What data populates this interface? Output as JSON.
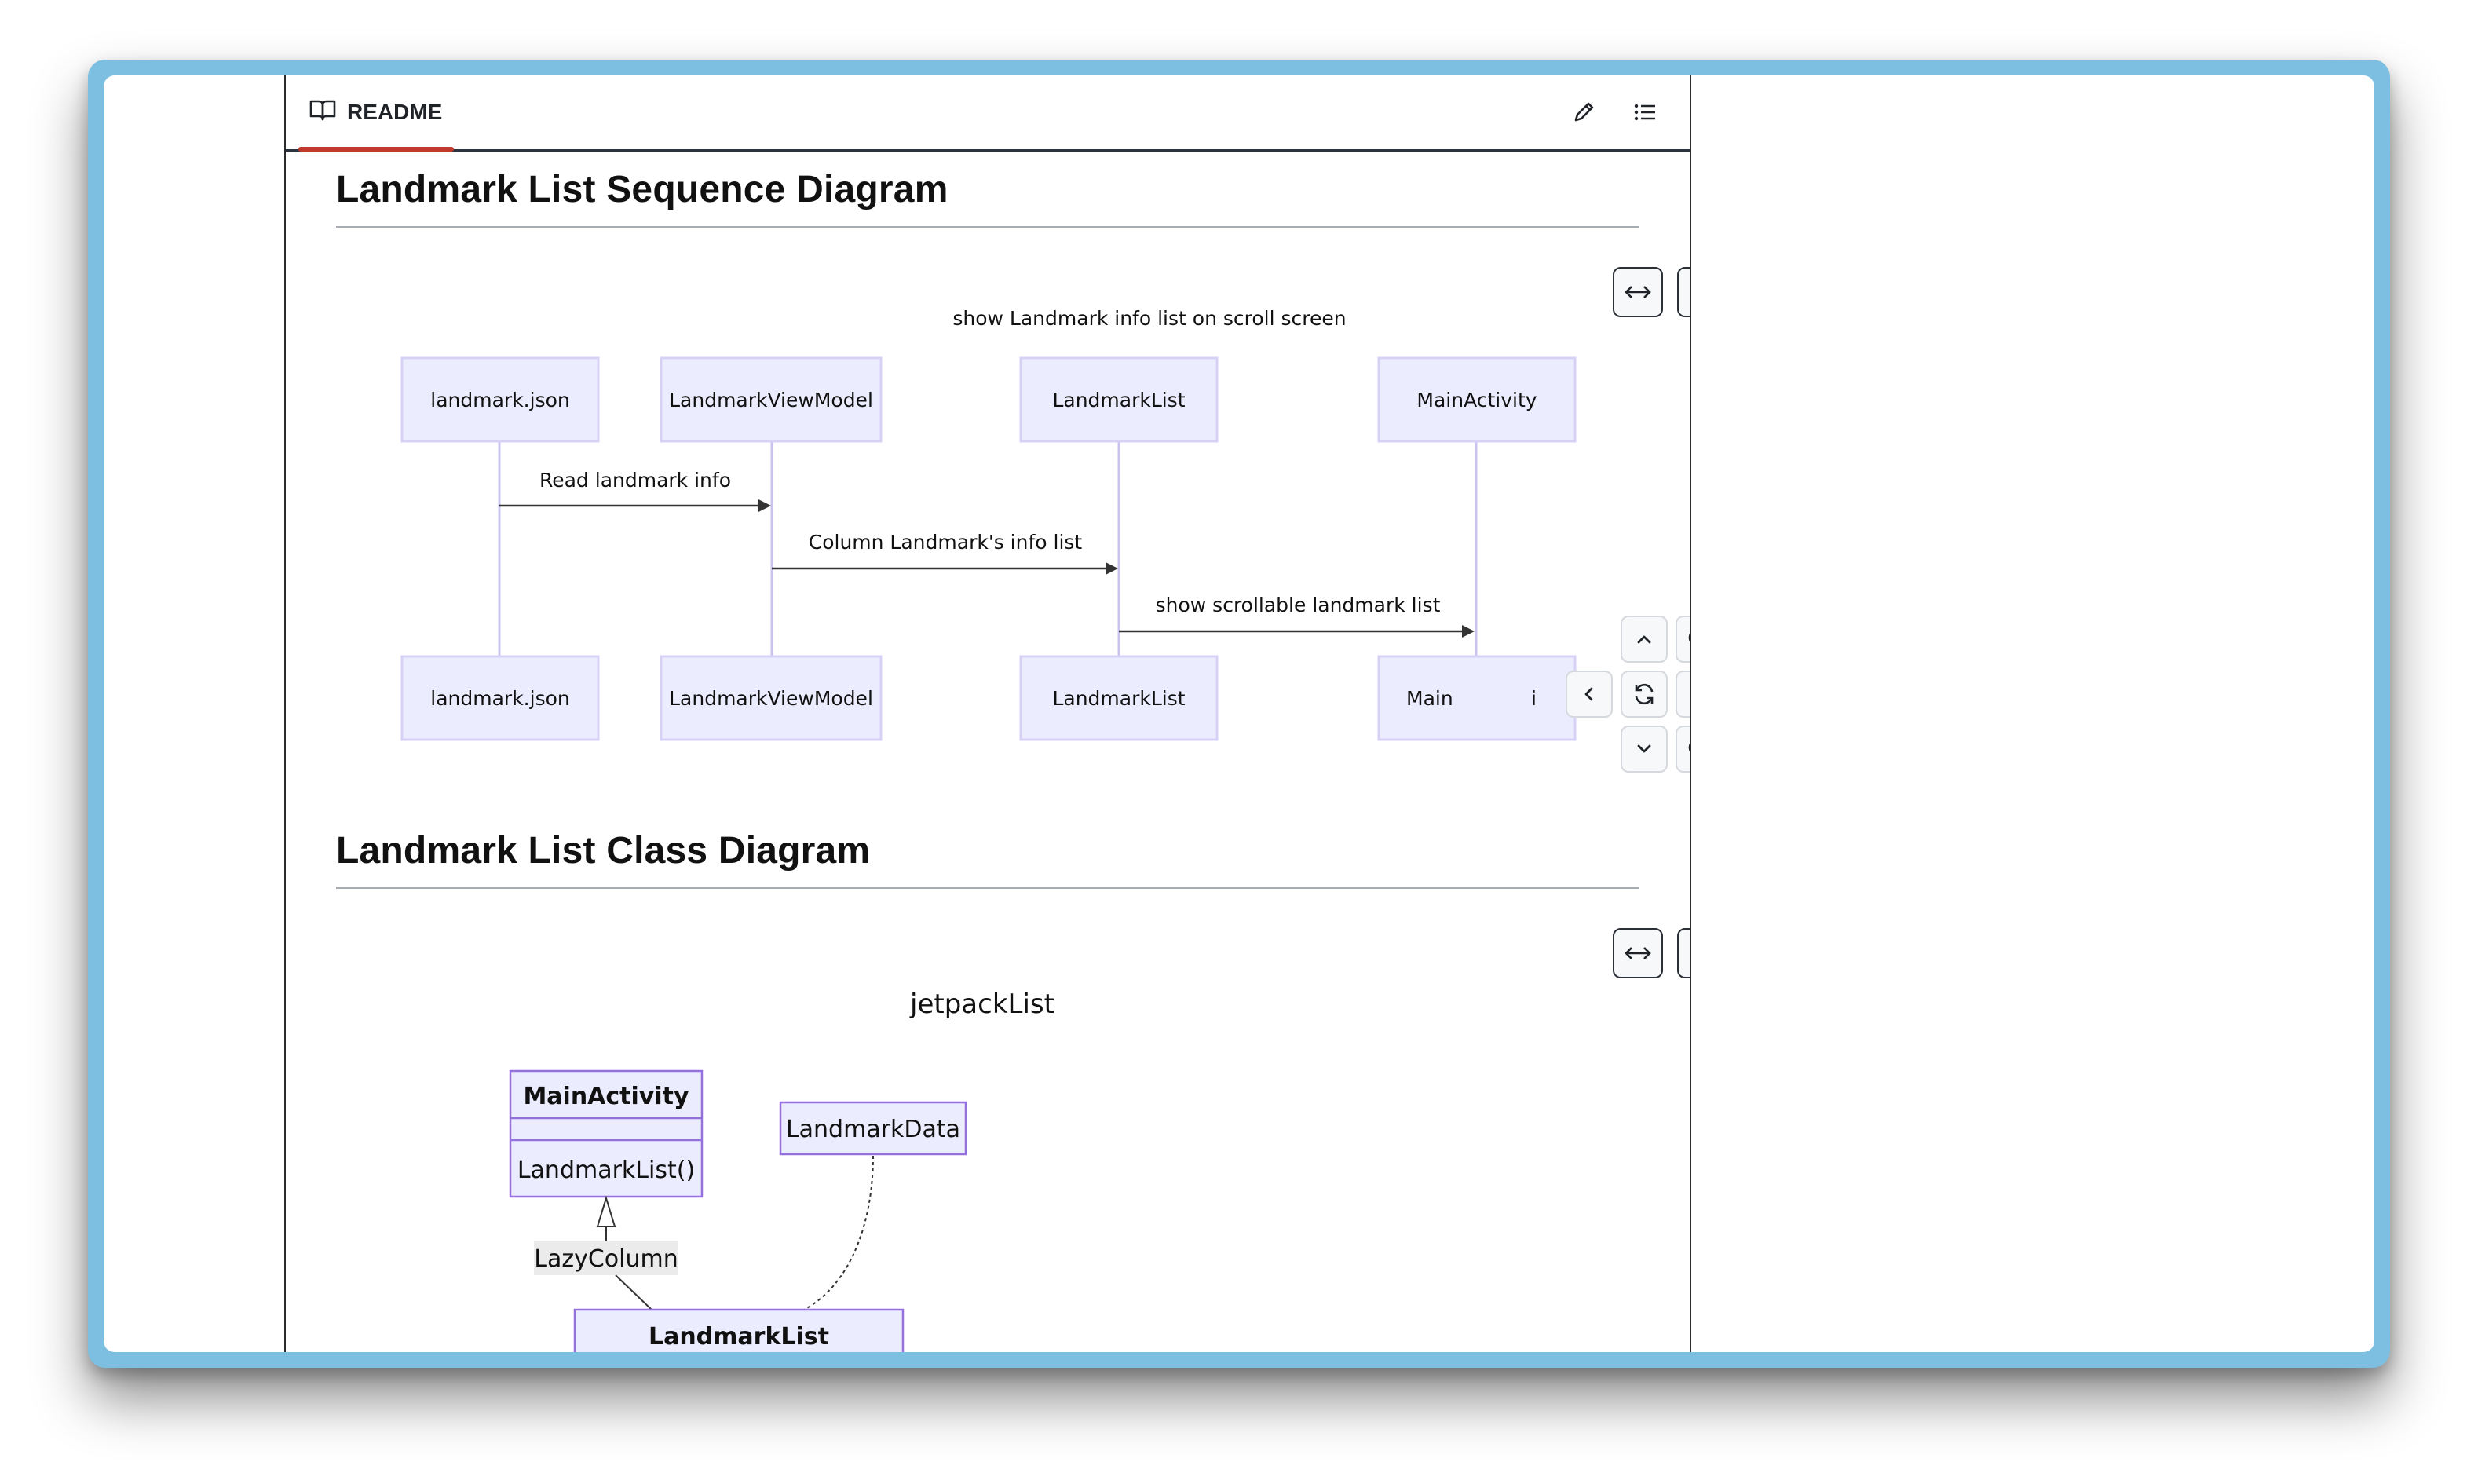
{
  "readme": {
    "tab_label": "README",
    "edit_icon": "pencil-icon",
    "outline_icon": "list-icon"
  },
  "sequence_section": {
    "heading": "Landmark List Sequence Diagram",
    "diagram": {
      "title": "show Landmark info list on scroll screen",
      "participants": [
        "landmark.json",
        "LandmarkViewModel",
        "LandmarkList",
        "MainActivity"
      ],
      "messages": [
        {
          "from": "landmark.json",
          "to": "LandmarkViewModel",
          "label": "Read landmark info"
        },
        {
          "from": "LandmarkViewModel",
          "to": "LandmarkList",
          "label": "Column Landmark's info list"
        },
        {
          "from": "LandmarkList",
          "to": "MainActivity",
          "label": "show scrollable landmark list"
        }
      ],
      "bottom_last_label_left": "Main",
      "bottom_last_label_right": "i"
    }
  },
  "class_section": {
    "heading": "Landmark List Class Diagram",
    "diagram": {
      "title": "jetpackList",
      "main_activity": {
        "name": "MainActivity",
        "method": "LandmarkList()"
      },
      "landmark_data": {
        "name": "LandmarkData"
      },
      "relation_label": "LazyColumn",
      "landmark_list": {
        "name": "LandmarkList"
      }
    }
  },
  "colors": {
    "frame": "#7dbfe0",
    "accent_underline": "#c0392b",
    "actor_fill": "#ececff",
    "actor_stroke": "#d7d2f5",
    "class_stroke": "#9370db"
  }
}
